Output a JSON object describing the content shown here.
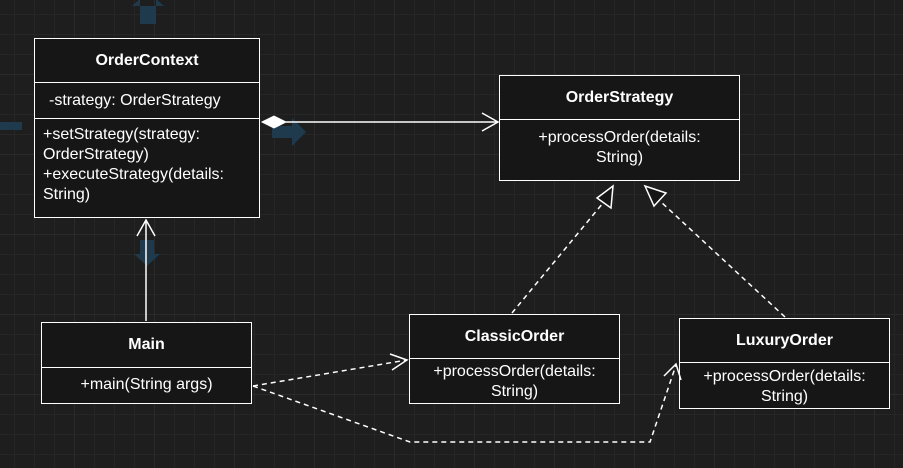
{
  "diagram": {
    "classes": {
      "order_context": {
        "name": "OrderContext",
        "attribute": "-strategy: OrderStrategy",
        "method_1_line_1": "+setStrategy(strategy:",
        "method_1_line_2": "OrderStrategy)",
        "method_2_line_1": "+executeStrategy(details:",
        "method_2_line_2": "String)"
      },
      "order_strategy": {
        "name": "OrderStrategy",
        "method_line_1": "+processOrder(details:",
        "method_line_2": "String)"
      },
      "main": {
        "name": "Main",
        "method": "+main(String args)"
      },
      "classic_order": {
        "name": "ClassicOrder",
        "method_line_1": "+processOrder(details:",
        "method_line_2": "String)"
      },
      "luxury_order": {
        "name": "LuxuryOrder",
        "method_line_1": "+processOrder(details:",
        "method_line_2": "String)"
      }
    },
    "colors": {
      "background": "#1e1e1e",
      "box_fill": "#161616",
      "line": "#ffffff",
      "ghost_arrow": "#1f3a4d"
    }
  }
}
